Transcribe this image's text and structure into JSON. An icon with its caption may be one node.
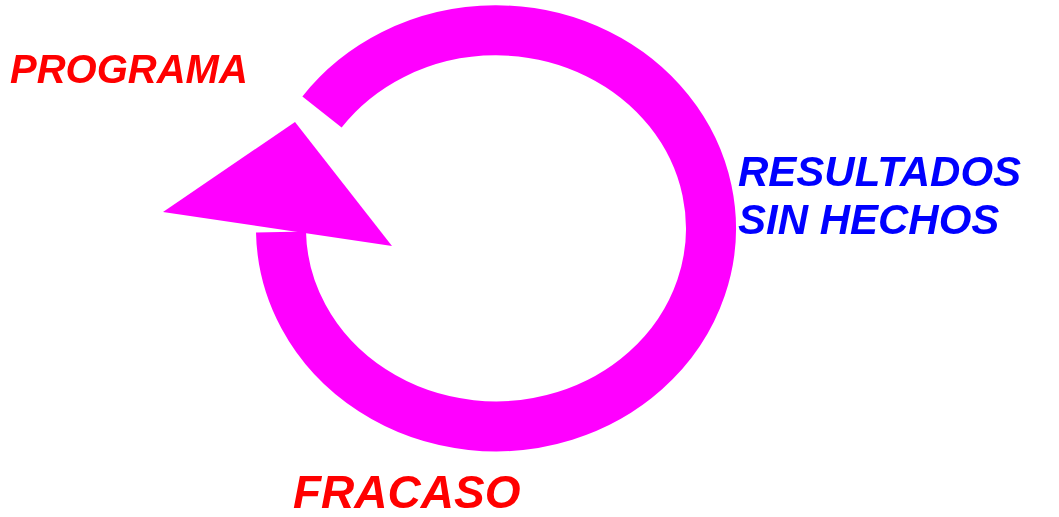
{
  "diagram": {
    "labels": [
      "PROGRAMA",
      "RESULTADOS SIN HECHOS",
      "FRACASO"
    ]
  }
}
